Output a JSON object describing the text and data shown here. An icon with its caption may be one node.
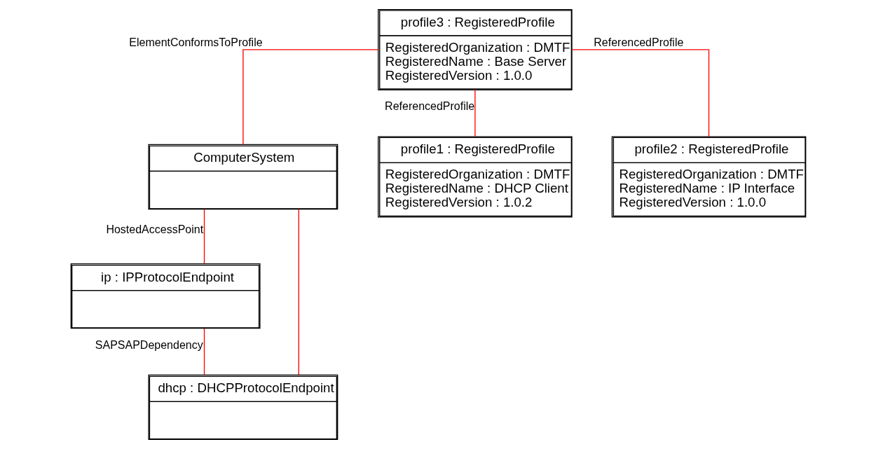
{
  "diagram": {
    "nodes": [
      {
        "text": [
          "ComputerSystem"
        ]
      },
      {
        "text": [
          "profile3 : RegisteredProfile",
          "RegisteredOrganization : DMTF",
          "RegisteredName : Base Server",
          "RegisteredVersion : 1.0.0"
        ]
      },
      {
        "text": [
          "profile1 : RegisteredProfile",
          "RegisteredOrganization : DMTF",
          "RegisteredName : DHCP Client",
          "RegisteredVersion : 1.0.2"
        ]
      },
      {
        "text": [
          "ip : IPProtocolEndpoint"
        ]
      },
      {
        "text": [
          "profile2 : RegisteredProfile",
          "RegisteredOrganization : DMTF",
          "RegisteredName : IP Interface",
          "RegisteredVersion : 1.0.0"
        ]
      },
      {
        "text": [
          "dhcp : DHCPProtocolEndpoint"
        ]
      }
    ],
    "edges": [
      {
        "from": 1,
        "to": 0,
        "arrow": "none",
        "label": "ElementConformsToProfile"
      },
      {
        "from": 1,
        "to": 2,
        "arrow": "none",
        "label": "ReferencedProfile"
      },
      {
        "from": 1,
        "to": 4,
        "arrow": "none",
        "label": "ReferencedProfile"
      },
      {
        "from": 0,
        "to": 3,
        "arrow": "none",
        "label": "HostedAccessPoint"
      },
      {
        "from": 0,
        "to": 5,
        "arrow": "none"
      },
      {
        "from": 3,
        "to": 5,
        "arrow": "none",
        "label": "SAPSAPDependency"
      }
    ]
  }
}
